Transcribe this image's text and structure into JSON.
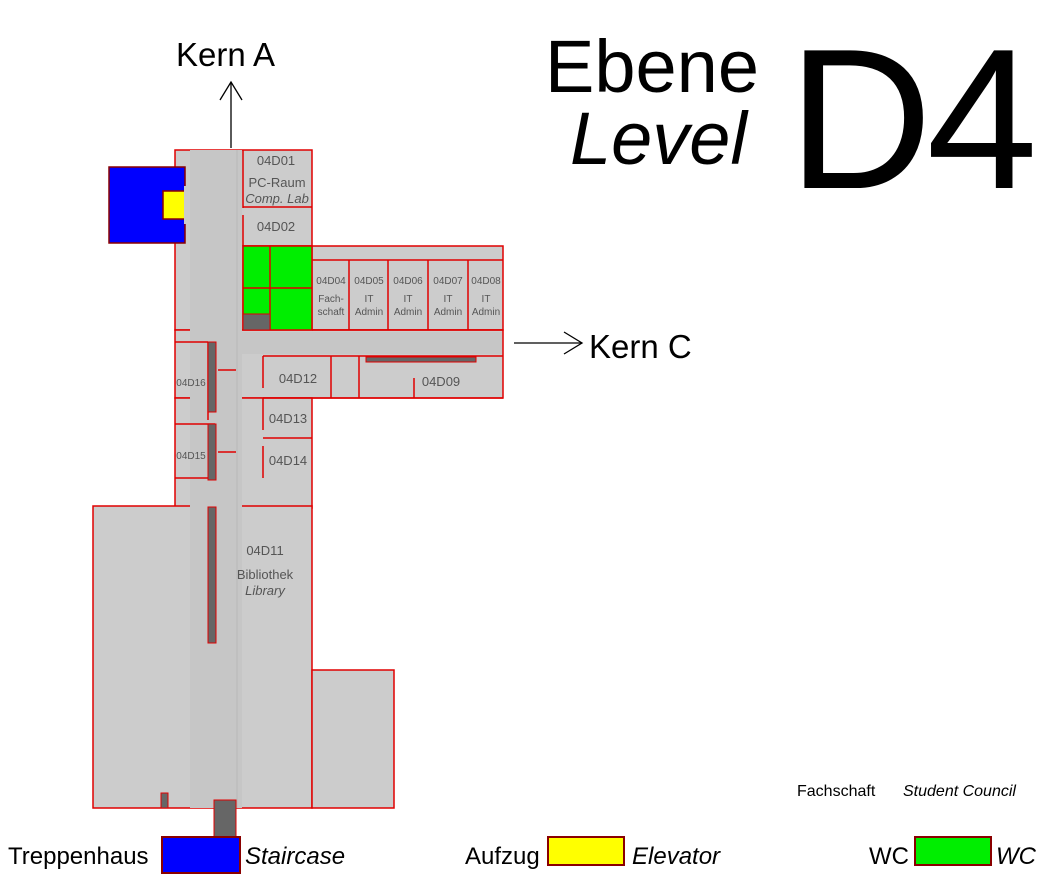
{
  "title": {
    "ebene": "Ebene",
    "level": "Level",
    "floor": "D4"
  },
  "cores": {
    "kern_a": "Kern A",
    "kern_c": "Kern C"
  },
  "rooms": {
    "r04D01": {
      "id": "04D01",
      "name": "PC-Raum",
      "name_en": "Comp. Lab"
    },
    "r04D02": {
      "id": "04D02"
    },
    "r04D04": {
      "id": "04D04",
      "name_line1": "Fach-",
      "name_line2": "schaft"
    },
    "r04D05": {
      "id": "04D05",
      "name_line1": "IT",
      "name_line2": "Admin"
    },
    "r04D06": {
      "id": "04D06",
      "name_line1": "IT",
      "name_line2": "Admin"
    },
    "r04D07": {
      "id": "04D07",
      "name_line1": "IT",
      "name_line2": "Admin"
    },
    "r04D08": {
      "id": "04D08",
      "name_line1": "IT",
      "name_line2": "Admin"
    },
    "r04D09": {
      "id": "04D09"
    },
    "r04D11": {
      "id": "04D11",
      "name": "Bibliothek",
      "name_en": "Library"
    },
    "r04D12": {
      "id": "04D12"
    },
    "r04D13": {
      "id": "04D13"
    },
    "r04D14": {
      "id": "04D14"
    },
    "r04D15": {
      "id": "04D15"
    },
    "r04D16": {
      "id": "04D16"
    }
  },
  "legend": {
    "fachschaft": "Fachschaft",
    "student_council": "Student Council",
    "staircase_de": "Treppenhaus",
    "staircase_en": "Staircase",
    "elevator_de": "Aufzug",
    "elevator_en": "Elevator",
    "wc_de": "WC",
    "wc_en": "WC"
  },
  "colors": {
    "floor": "#cccccc",
    "wall": "#e00000",
    "staircase": "#0000ff",
    "elevator": "#ffff00",
    "wc": "#00ee00",
    "shaft": "#666666"
  }
}
